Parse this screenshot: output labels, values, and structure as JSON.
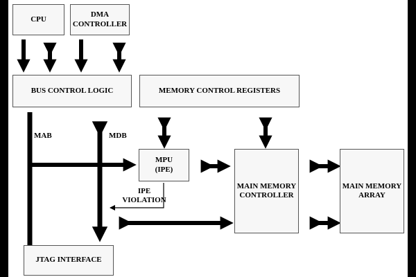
{
  "blocks": {
    "cpu": "CPU",
    "dma_line1": "DMA",
    "dma_line2": "CONTROLLER",
    "bus_control": "BUS CONTROL LOGIC",
    "memory_control_registers": "MEMORY CONTROL REGISTERS",
    "mpu_line1": "MPU",
    "mpu_line2": "(IPE)",
    "main_memory_controller_line1": "MAIN MEMORY",
    "main_memory_controller_line2": "CONTROLLER",
    "main_memory_array_line1": "MAIN MEMORY",
    "main_memory_array_line2": "ARRAY",
    "jtag": "JTAG INTERFACE"
  },
  "labels": {
    "mab": "MAB",
    "mdb": "MDB",
    "ipe_violation_line1": "IPE",
    "ipe_violation_line2": "VIOLATION"
  },
  "colors": {
    "background": "#ffffff",
    "box_fill": "#f7f7f7",
    "box_border": "#555555",
    "arrow": "#000000"
  }
}
